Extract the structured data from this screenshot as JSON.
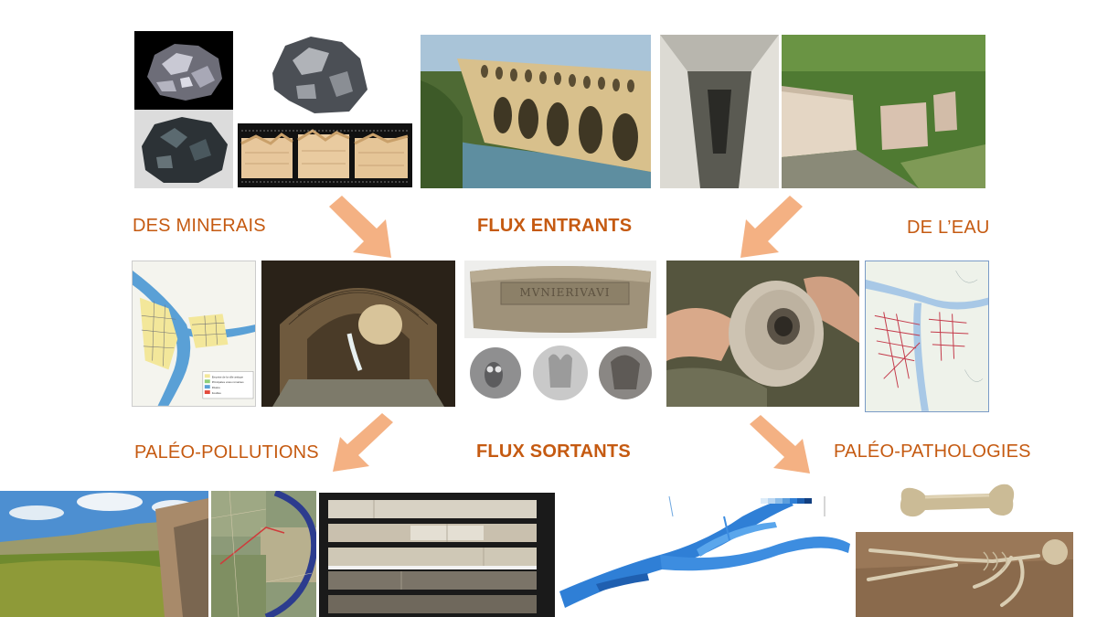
{
  "labels": {
    "minerais": "DES MINERAIS",
    "flux_entrants": "FLUX ENTRANTS",
    "eau": "DE L’EAU",
    "paleo_pollutions": "PALÉO-POLLUTIONS",
    "flux_sortants": "FLUX SORTANTS",
    "paleo_pathologies": "PALÉO-PATHOLOGIES"
  },
  "ingot": {
    "inscription": "MVNIERIVAVI"
  },
  "map_legend": [
    "Emprise de la ville antique",
    "Principales voies romaines",
    "Rivière",
    "Fouilles"
  ],
  "colors": {
    "label": "#c55a11",
    "arrow": "#f4b183",
    "river": "#2f7fd6"
  }
}
